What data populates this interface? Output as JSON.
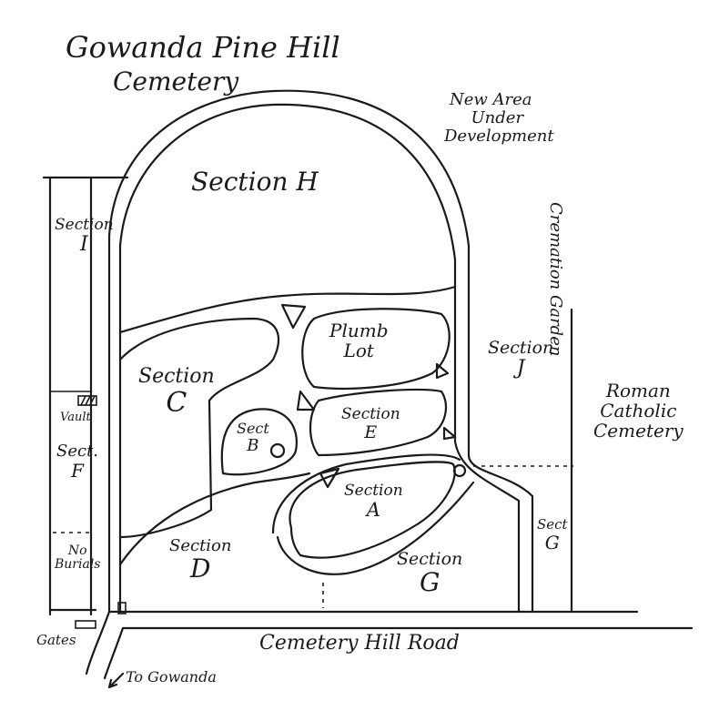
{
  "title": {
    "line1": "Gowanda Pine Hill",
    "line2": "Cemetery"
  },
  "new_area": {
    "line1": "New Area",
    "line2": "Under",
    "line3": "Development"
  },
  "cremation_garden": "Cremation Garden",
  "roman_catholic": {
    "line1": "Roman",
    "line2": "Catholic",
    "line3": "Cemetery"
  },
  "sections": {
    "h": "Section H",
    "i": {
      "line1": "Section",
      "line2": "I"
    },
    "c": {
      "line1": "Section",
      "line2": "C"
    },
    "plumb": {
      "line1": "Plumb",
      "line2": "Lot"
    },
    "j": {
      "line1": "Section",
      "line2": "J"
    },
    "b": {
      "line1": "Sect",
      "line2": "B"
    },
    "e": {
      "line1": "Section",
      "line2": "E"
    },
    "f": {
      "line1": "Sect.",
      "line2": "F"
    },
    "a": {
      "line1": "Section",
      "line2": "A"
    },
    "d": {
      "line1": "Section",
      "line2": "D"
    },
    "g_main": {
      "line1": "Section",
      "line2": "G"
    },
    "g_side": {
      "line1": "Sect",
      "line2": "G"
    }
  },
  "vault": "Vault",
  "no_burials": {
    "line1": "No",
    "line2": "Burials"
  },
  "gates": "Gates",
  "road": "Cemetery Hill Road",
  "to_gowanda": "To Gowanda"
}
